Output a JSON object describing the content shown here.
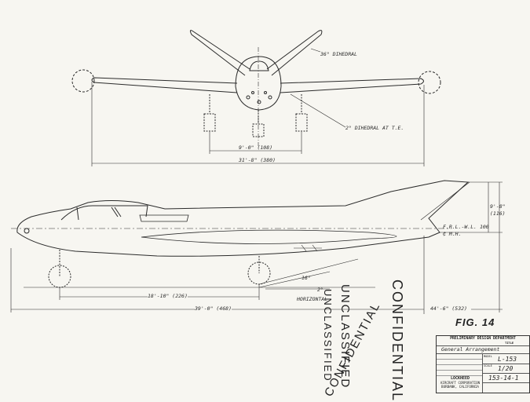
{
  "labels": {
    "dihedral_36": "36° DIHEDRAL",
    "dihedral_2": "2° DIHEDRAL AT T.E.",
    "track_span": "9'-0\" (108)",
    "wing_span": "31'-8\" (380)",
    "height": "9'-8\"",
    "height_sub": "(116)",
    "frl": "F.R.L.-W.L. 100",
    "mh": "₵ M.H.",
    "angle_16": "16°",
    "angle_2": "2°",
    "horizontal": "HORIZONTAL",
    "wheelbase": "18'-10\" (226)",
    "fuselage_len": "39'-0\" (468)",
    "overall_len": "44'-6\" (532)"
  },
  "figure_label": "FIG. 14",
  "title_block": {
    "department": "PRELIMINARY DESIGN DEPARTMENT",
    "title_key": "TITLE",
    "title": "General Arrangement",
    "model_key": "MODEL",
    "model": "L-153",
    "scale_key": "SCALE",
    "scale": "1/20",
    "manufacturer": "LOCKHEED",
    "manufacturer_sub": "AIRCRAFT CORPORATION",
    "manufacturer_city": "BURBANK, CALIFORNIA",
    "drawing_no": "153-14-1"
  },
  "stamps": {
    "unclassified_a": "UNCLASSIFIED",
    "unclassified_b": "UNCLASSIFIED",
    "confidential_a": "CONFIDENTIAL",
    "confidential_b": "CONFIDENTIAL"
  }
}
